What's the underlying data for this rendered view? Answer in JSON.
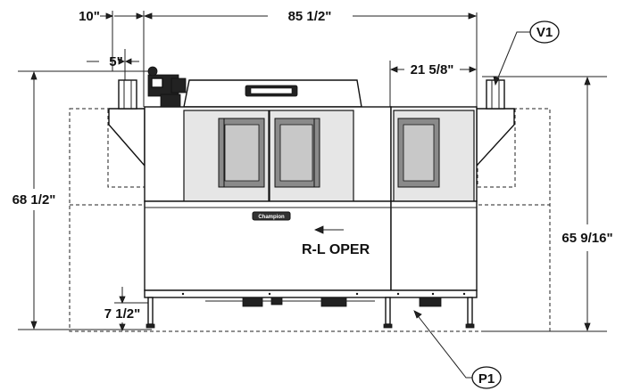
{
  "dimensions": {
    "overall_width": "85 1/2\"",
    "left_offset": "10\"",
    "vent_offset": "5\"",
    "section_width": "21 5/8\"",
    "left_height": "68 1/2\"",
    "right_height": "65 9/16\"",
    "leg_height": "7 1/2\""
  },
  "callouts": {
    "vent": "V1",
    "plumbing": "P1"
  },
  "machine": {
    "direction_label": "R-L OPER",
    "logo_text": "Champion"
  }
}
